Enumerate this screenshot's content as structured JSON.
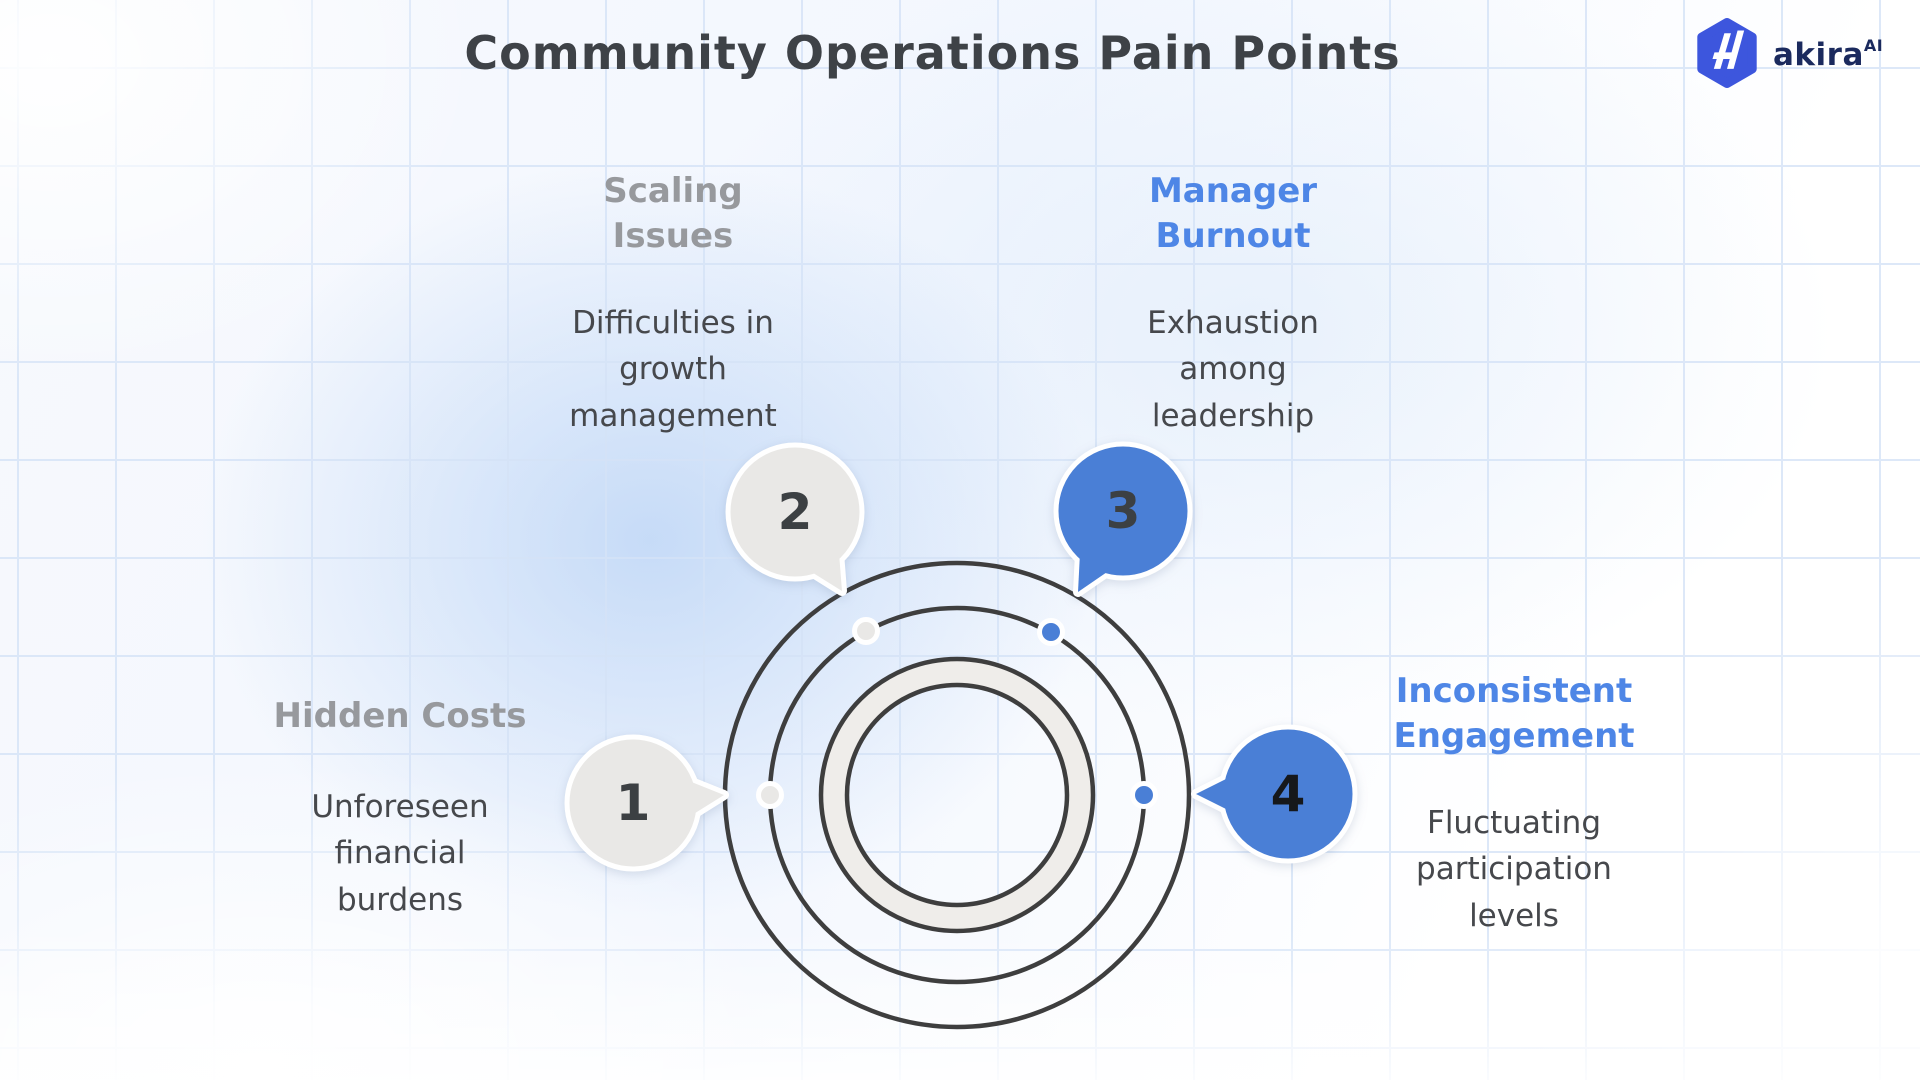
{
  "title": "Community Operations Pain Points",
  "logo": {
    "brand": "akira",
    "superscript": "AI"
  },
  "colors": {
    "title_ink": "#3e4247",
    "ring_ink": "#3e3e3e",
    "donut_band": "#efedea",
    "bubble_gray": "#e9e8e6",
    "bubble_blue": "#4a7fd6",
    "heading_gray": "#97999d",
    "heading_blue": "#4e86e6",
    "body_ink": "#46484c",
    "number_ink": "#3c4043",
    "number_ink_strong": "#16181b",
    "logo_navy": "#1b2a5e",
    "logo_hex": "#3d56dd",
    "grid_line": "#d5e3f7"
  },
  "items": [
    {
      "number": "1",
      "heading": "Hidden Costs",
      "description": "Unforeseen\nfinancial\nburdens"
    },
    {
      "number": "2",
      "heading": "Scaling\nIssues",
      "description": "Difficulties in\ngrowth\nmanagement"
    },
    {
      "number": "3",
      "heading": "Manager\nBurnout",
      "description": "Exhaustion\namong\nleadership"
    },
    {
      "number": "4",
      "heading": "Inconsistent\nEngagement",
      "description": "Fluctuating\nparticipation\nlevels"
    }
  ]
}
